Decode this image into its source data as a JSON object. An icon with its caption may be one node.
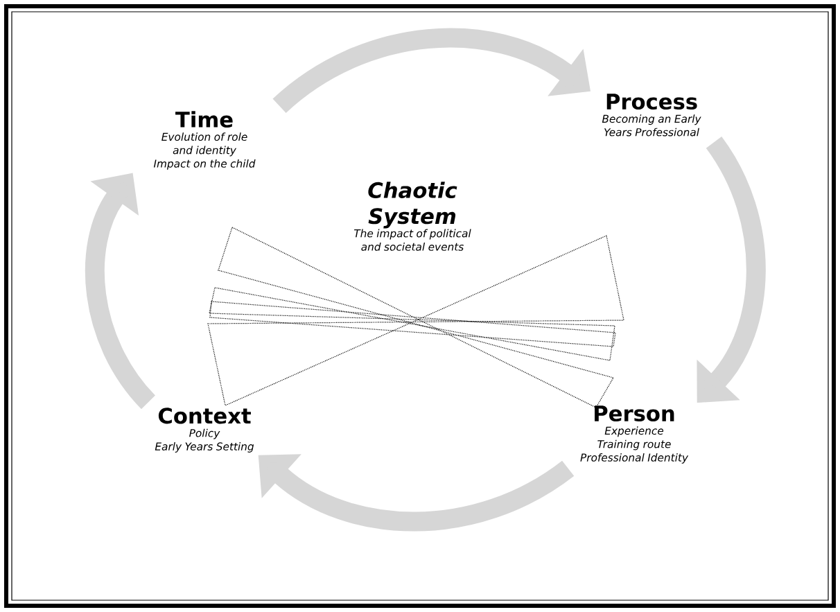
{
  "diagram": {
    "nodes": [
      {
        "text": [
          "Time",
          "Evolution of role and identity",
          "Impact on the child"
        ]
      },
      {
        "text": [
          "Process",
          "Becoming an Early Years Professional"
        ]
      },
      {
        "text": [
          "Chaotic System",
          "The impact of political and societal events"
        ]
      },
      {
        "text": [
          "Context",
          "Policy",
          "Early Years Setting"
        ]
      },
      {
        "text": [
          "Person",
          "Experience",
          "Training route",
          "Professional Identity"
        ]
      }
    ],
    "edges": [
      {
        "from": 0,
        "to": 1,
        "arrow": "to"
      },
      {
        "from": 1,
        "to": 4,
        "arrow": "to"
      },
      {
        "from": 4,
        "to": 3,
        "arrow": "to"
      },
      {
        "from": 3,
        "to": 0,
        "arrow": "to"
      }
    ]
  }
}
